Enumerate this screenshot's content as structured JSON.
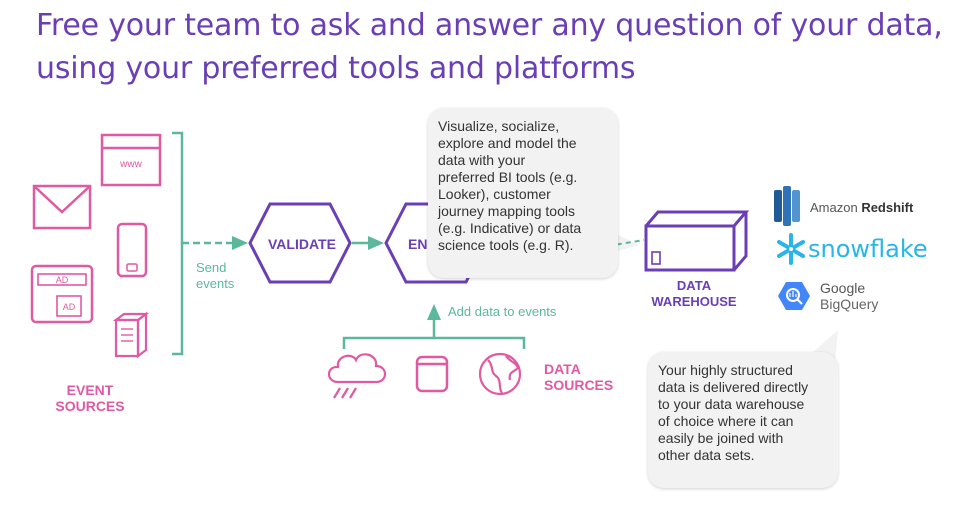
{
  "title": {
    "line1": "Free your team to ask and answer any question of your data,",
    "line2": "using your preferred tools and platforms"
  },
  "event_sources": {
    "label_line1": "EVENT",
    "label_line2": "SOURCES"
  },
  "source_icons": {
    "www": "www",
    "ad_top": "AD",
    "ad_bottom": "AD"
  },
  "send_events": {
    "line1": "Send",
    "line2": "events"
  },
  "validate": {
    "label": "VALIDATE"
  },
  "enrich": {
    "label_visible": "EN"
  },
  "add_data": {
    "label": "Add data to events"
  },
  "data_sources": {
    "label_line1": "DATA",
    "label_line2": "SOURCES"
  },
  "data_warehouse": {
    "label_line1": "DATA",
    "label_line2": "WAREHOUSE"
  },
  "warehouses": {
    "redshift_prefix": "Amazon ",
    "redshift_name": "Redshift",
    "snowflake": "snowflake",
    "bigquery_line1": "Google",
    "bigquery_line2": "BigQuery"
  },
  "bubble_top": {
    "lines": [
      "Visualize, socialize,",
      "explore and model the",
      "data with your",
      "preferred BI tools (e.g.",
      "Looker), customer",
      "journey mapping tools",
      "(e.g. Indicative) or data",
      "science tools (e.g. R)."
    ]
  },
  "bubble_bottom": {
    "lines": [
      "Your highly structured",
      "data is delivered directly",
      "to your data warehouse",
      "of choice where it can",
      "easily be joined with",
      "other data sets."
    ]
  },
  "colors": {
    "purple": "#6a3fb5",
    "pink": "#e05aa3",
    "teal": "#5bb89b",
    "snowflake_blue": "#29b5e8",
    "redshift_blue": "#205b98",
    "bigquery_blue": "#4386fa"
  },
  "icons": [
    "envelope-icon",
    "browser-icon",
    "mobile-icon",
    "ad-icon",
    "server-icon",
    "weather-icon",
    "database-icon",
    "globe-icon",
    "warehouse-box-icon",
    "redshift-icon",
    "snowflake-icon",
    "bigquery-icon"
  ]
}
